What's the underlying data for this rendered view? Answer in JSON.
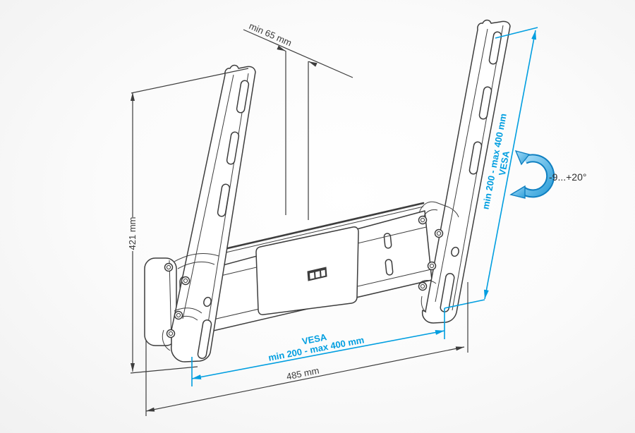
{
  "meta": {
    "description": "Technical dimension drawing of a tilting TV wall mount bracket"
  },
  "colors": {
    "accent_cyan": "#009EE0",
    "line_dark": "#3D3D3D",
    "background_edge": "#F1F1F1",
    "background_center": "#FFFFFF"
  },
  "dimensions": {
    "wall_distance": {
      "label": "min 65 mm"
    },
    "bracket_height": {
      "label": "421 mm"
    },
    "vesa_vertical": {
      "line1": "VESA",
      "line2": "min 200 - max 400 mm"
    },
    "tilt_range": {
      "label": "-9...+20°"
    },
    "vesa_horizontal": {
      "line1": "VESA",
      "line2": "min 200 - max 400 mm"
    },
    "bracket_width": {
      "label": "485 mm"
    }
  }
}
